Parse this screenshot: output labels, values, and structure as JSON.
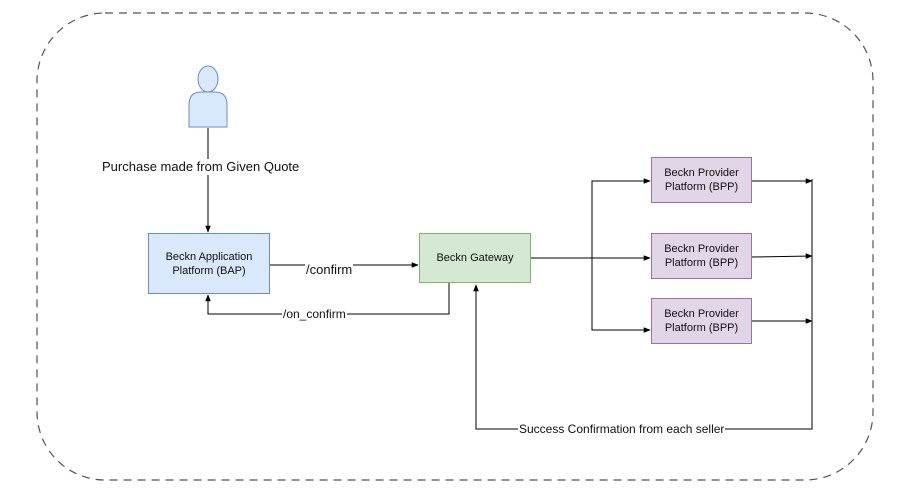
{
  "colors": {
    "bap_fill": "#dae8fc",
    "bap_border": "#6c8ebf",
    "gateway_fill": "#d5e8d4",
    "gateway_border": "#82b366",
    "bpp_fill": "#e1d5e7",
    "bpp_border": "#9673a6",
    "line": "#000000",
    "frame": "#555555"
  },
  "nodes": {
    "bap": "Beckn Application\nPlatform (BAP)",
    "gateway": "Beckn Gateway",
    "bpp1": "Beckn Provider\nPlatform (BPP)",
    "bpp2": "Beckn Provider\nPlatform (BPP)",
    "bpp3": "Beckn Provider\nPlatform (BPP)"
  },
  "edges": {
    "purchase": "Purchase made from Given Quote",
    "confirm": "/confirm",
    "on_confirm": "/on_confirm",
    "success": "Success Confirmation from each seller"
  }
}
